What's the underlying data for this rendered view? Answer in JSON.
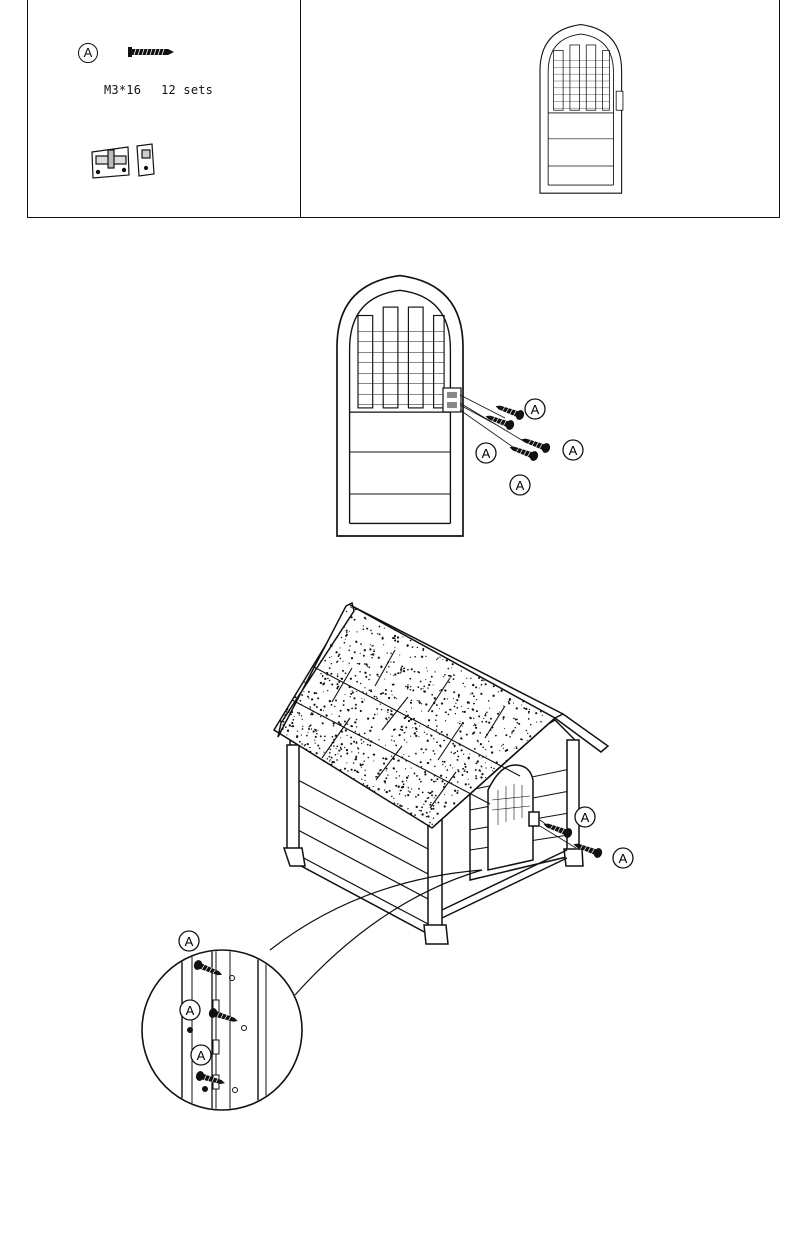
{
  "parts_list": {
    "screw_callout": "A",
    "screw_size": "M3*16",
    "screw_quantity": "12 sets"
  },
  "step_gate_hinges": {
    "callouts": [
      "A",
      "A",
      "A",
      "A"
    ]
  },
  "step_house_mount": {
    "callouts": [
      "A",
      "A"
    ]
  },
  "detail_zoom": {
    "callouts": [
      "A",
      "A",
      "A"
    ]
  }
}
